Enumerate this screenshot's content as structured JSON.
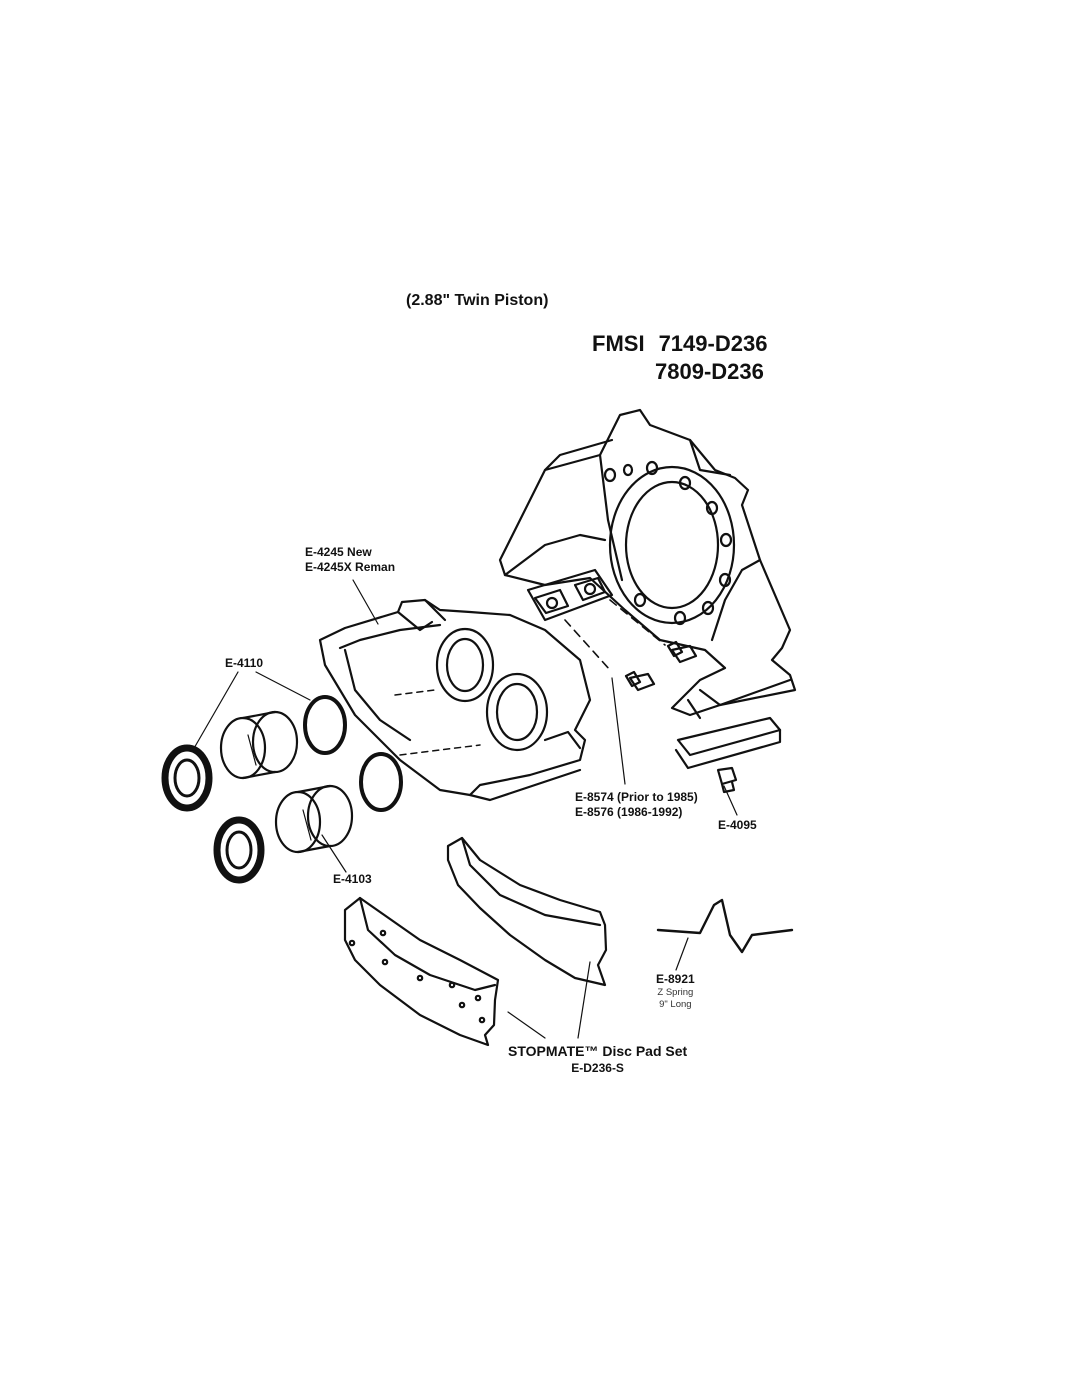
{
  "header": {
    "subtitle": "(2.88\" Twin Piston)",
    "fmsi_label": "FMSI",
    "fmsi_numbers": [
      "7149-D236",
      "7809-D236"
    ]
  },
  "parts": {
    "caliper": {
      "line1": "E-4245 New",
      "line2": "E-4245X Reman"
    },
    "seal": {
      "line1": "E-4110"
    },
    "piston": {
      "line1": "E-4103"
    },
    "bolt": {
      "line1": "E-8574 (Prior to 1985)",
      "line2": "E-8576 (1986-1992)"
    },
    "key_bolt": {
      "line1": "E-4095"
    },
    "spring": {
      "line1": "E-8921",
      "line2": "Z Spring",
      "line3": "9\" Long"
    },
    "pad_set": {
      "line1": "STOPMATE™ Disc Pad Set",
      "line2": "E-D236-S"
    }
  }
}
